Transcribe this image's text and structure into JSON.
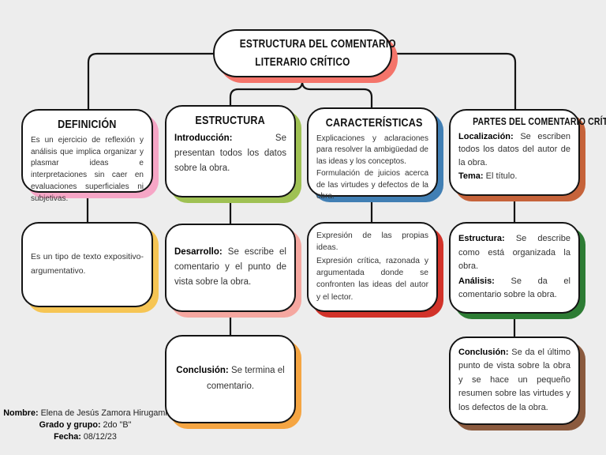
{
  "title": {
    "line1": "ESTRUCTURA DEL COMENTARIO",
    "line2": "LITERARIO CRÍTICO",
    "shadow": "#f4746a"
  },
  "colors": {
    "background": "#ededed",
    "line": "#141414",
    "box_border": "#141414",
    "box_fill": "#ffffff"
  },
  "boxes": {
    "definicion": {
      "header": "DEFINICIÓN",
      "paragraphs": [
        {
          "text": "Es un ejercicio de reflexión y análisis que implica organizar y plasmar ideas e interpretaciones sin caer en evaluaciones superficiales ni subjetivas."
        }
      ],
      "shadow": "#f6a6c6"
    },
    "definicion_tipo": {
      "paragraphs": [
        {
          "text": "Es un tipo de texto expositivo-argumentativo."
        }
      ],
      "shadow": "#f6c554"
    },
    "estructura": {
      "header": "ESTRUCTURA",
      "paragraphs": [
        {
          "bold": "Introducción:",
          "text": "Se presentan todos los datos sobre la obra."
        }
      ],
      "shadow": "#9fc153"
    },
    "desarrollo": {
      "paragraphs": [
        {
          "bold": "Desarrollo:",
          "text": "Se escribe el comentario y el punto de vista sobre la obra."
        }
      ],
      "shadow": "#f5a7a0"
    },
    "conclusion_estructura": {
      "paragraphs": [
        {
          "bold": "Conclusión:",
          "text": "Se termina el comentario."
        }
      ],
      "shadow": "#f5a542"
    },
    "caracteristicas": {
      "header": "CARACTERÍSTICAS",
      "paragraphs": [
        {
          "text": "Explicaciones y aclaraciones para resolver la ambigüedad de las ideas y los conceptos."
        },
        {
          "text": "Formulación de juicios acerca de las virtudes y defectos de la obra."
        }
      ],
      "shadow": "#417fb4"
    },
    "expresion": {
      "paragraphs": [
        {
          "text": "Expresión de las propias ideas."
        },
        {
          "text": "Expresión crítica, razonada y argumentada donde se confronten las ideas del autor y el lector."
        }
      ],
      "shadow": "#d2332a"
    },
    "partes": {
      "header": "PARTES DEL COMENTARIO CRÍTICO",
      "paragraphs": [
        {
          "bold": "Localización:",
          "text": "Se escriben todos los datos del autor de la obra."
        },
        {
          "bold": "Tema:",
          "text": "El título."
        }
      ],
      "shadow": "#c6633a"
    },
    "partes_estructura": {
      "paragraphs": [
        {
          "bold": "Estructura:",
          "text": "Se describe como está organizada la obra."
        },
        {
          "bold": "Análisis:",
          "text": "Se da el comentario sobre la obra."
        }
      ],
      "shadow": "#2d7c34"
    },
    "conclusion_partes": {
      "paragraphs": [
        {
          "bold": "Conclusión:",
          "text": "Se da el último punto de vista sobre la obra y se hace un pequeño resumen sobre las virtudes y los defectos de la obra."
        }
      ],
      "shadow": "#8b5a3e"
    }
  },
  "credits": {
    "lines": [
      {
        "bold": "Nombre:",
        "text": "Elena de Jesús Zamora Hirugami"
      },
      {
        "bold": "Grado y grupo:",
        "text": "2do \"B\""
      },
      {
        "bold": "Fecha:",
        "text": "08/12/23"
      }
    ]
  }
}
